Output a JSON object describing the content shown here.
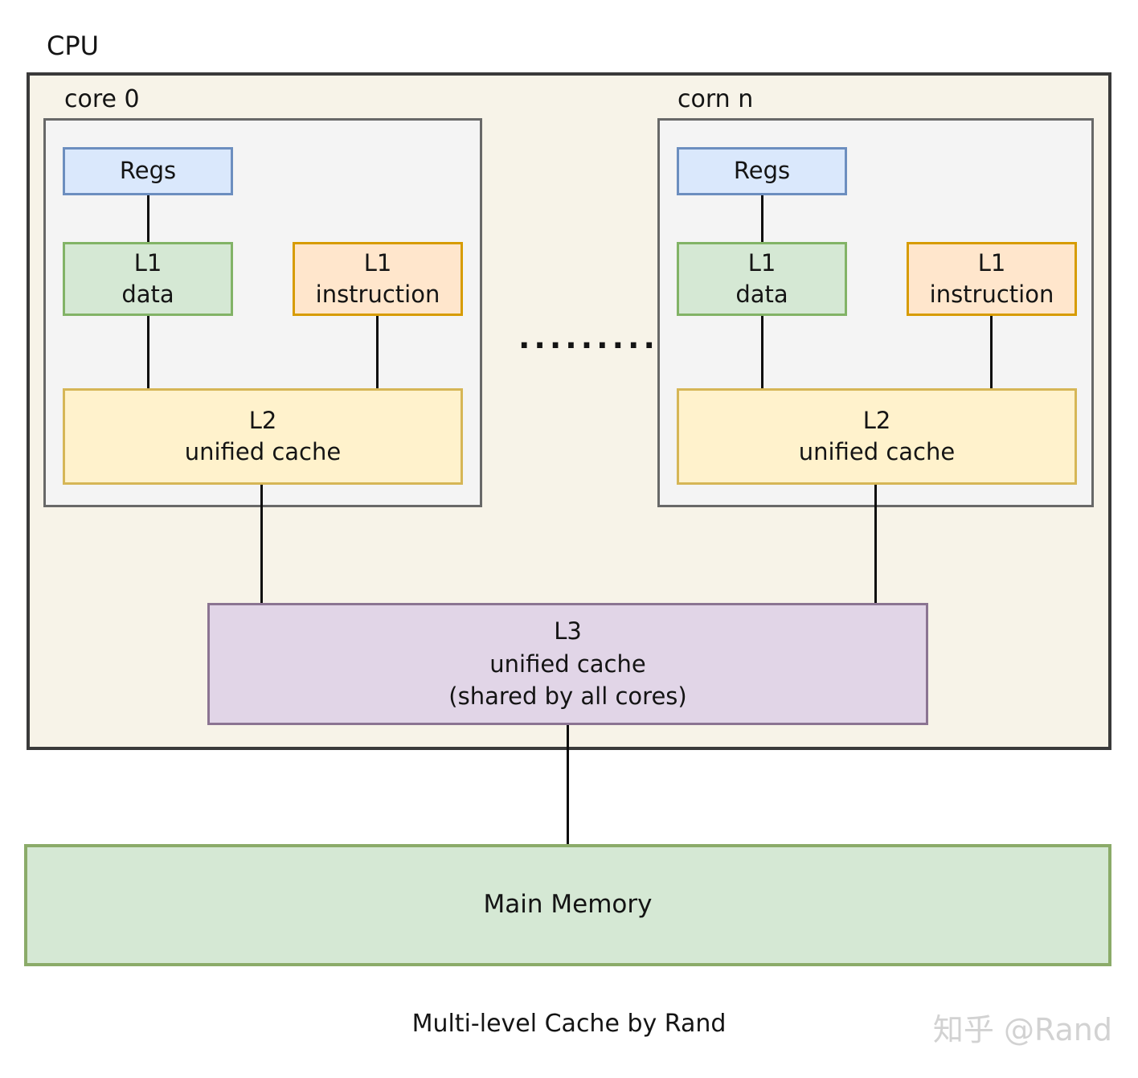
{
  "diagram": {
    "title_caption": "Multi-level Cache by Rand",
    "watermark": "知乎 @Rand",
    "cpu_label": "CPU",
    "separator_dots": ".........",
    "cores": [
      {
        "label": "core 0",
        "regs_label": "Regs",
        "l1_data_line1": "L1",
        "l1_data_line2": "data",
        "l1_instruction_line1": "L1",
        "l1_instruction_line2": "instruction",
        "l2_line1": "L2",
        "l2_line2": "unified cache"
      },
      {
        "label": "corn n",
        "regs_label": "Regs",
        "l1_data_line1": "L1",
        "l1_data_line2": "data",
        "l1_instruction_line1": "L1",
        "l1_instruction_line2": "instruction",
        "l2_line1": "L2",
        "l2_line2": "unified cache"
      }
    ],
    "l3": {
      "line1": "L3",
      "line2": "unified cache",
      "line3": "(shared by all cores)"
    },
    "main_memory_label": "Main Memory",
    "colors": {
      "cpu_background": "#f7f3e8",
      "cpu_border": "#3a3a3a",
      "core_background": "#f4f4f4",
      "core_border": "#686868",
      "regs_fill": "#dae8fc",
      "regs_border": "#6c8ebf",
      "l1_data_fill": "#d5e8d4",
      "l1_data_border": "#82b366",
      "l1_instruction_fill": "#ffe6cc",
      "l1_instruction_border": "#d79b00",
      "l2_fill": "#fff2cc",
      "l2_border": "#d6b656",
      "l3_fill": "#e1d5e7",
      "l3_border": "#8b7492",
      "memory_fill": "#d5e8d4",
      "memory_border": "#8bab69",
      "connector": "#0c0c0c",
      "watermark_text": "#d2d2d2"
    }
  }
}
